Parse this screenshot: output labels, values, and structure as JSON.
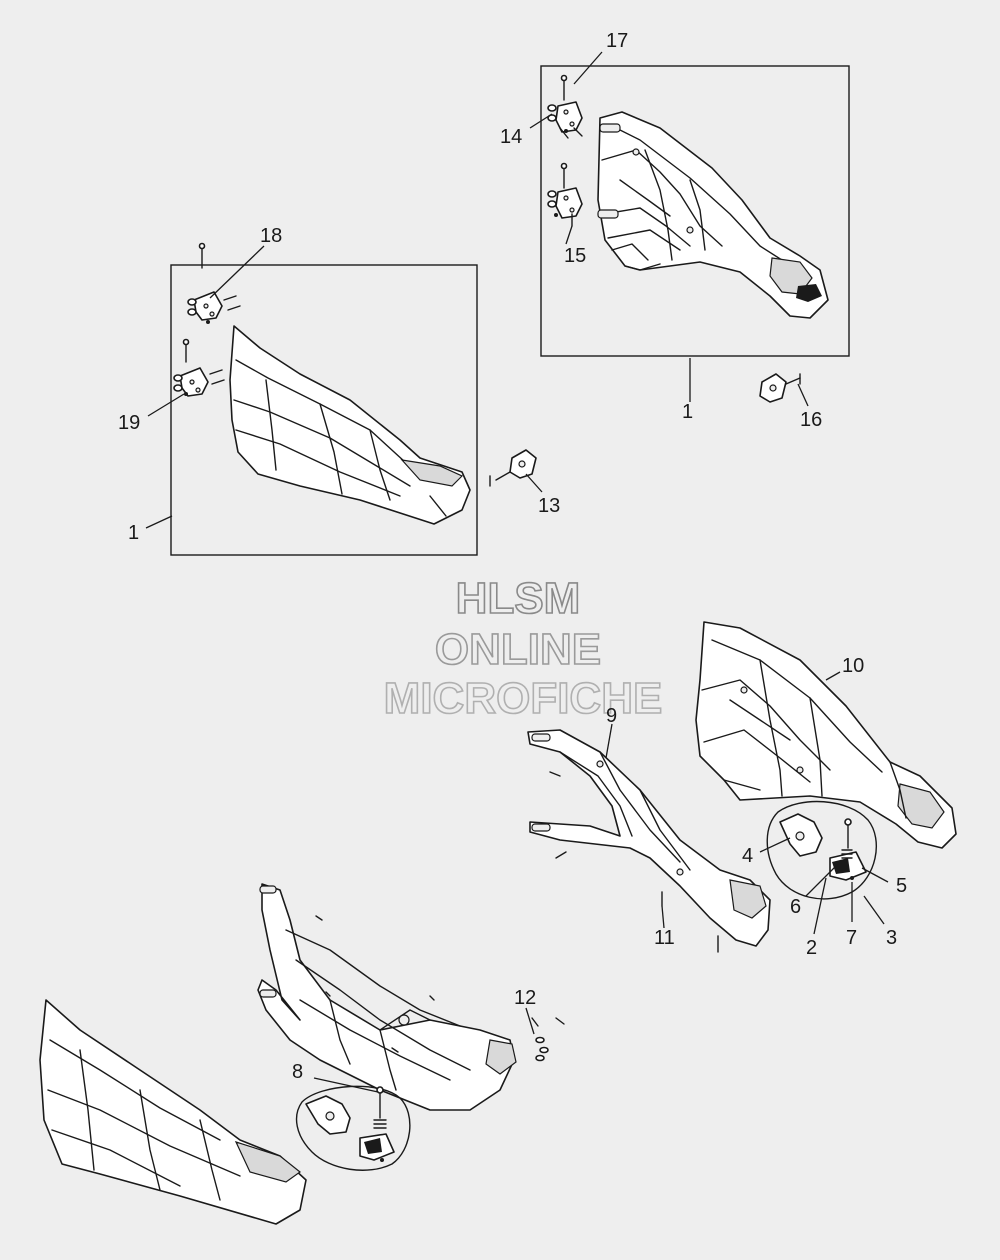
{
  "watermark": {
    "line1": "HLSM",
    "line2": "ONLINE",
    "line3": "MICROFICHE",
    "color": "#9a9a9a"
  },
  "callouts": {
    "c1_top": "1",
    "c1_left": "1",
    "c2": "2",
    "c3": "3",
    "c4": "4",
    "c5": "5",
    "c6": "6",
    "c7": "7",
    "c8": "8",
    "c9": "9",
    "c10": "10",
    "c11": "11",
    "c12": "12",
    "c13": "13",
    "c14": "14",
    "c15": "15",
    "c16": "16",
    "c17": "17",
    "c18": "18",
    "c19": "19"
  },
  "colors": {
    "background": "#eeeeee",
    "line": "#1a1a1a",
    "part_fill": "#ffffff"
  }
}
